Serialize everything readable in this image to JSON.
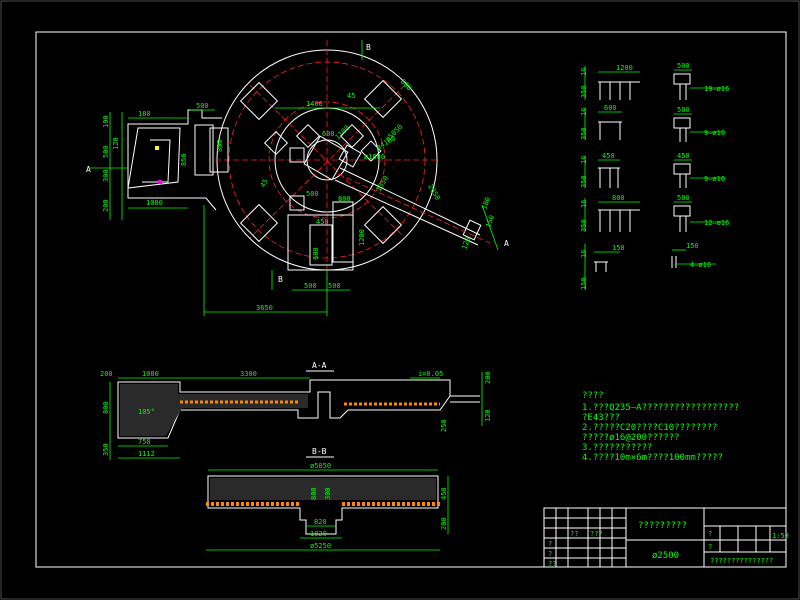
{
  "labels": {
    "section_a_left": "A",
    "section_a_right": "A",
    "section_b_top": "B",
    "section_b_bottom": "B",
    "title_aa": "A-A",
    "title_bb": "B-B"
  },
  "plan_dims": {
    "d180": "180",
    "d500_top": "500",
    "d1400": "1400",
    "d190": "190",
    "d500_l": "500",
    "d300": "300",
    "d200": "200",
    "d1080": "1080",
    "d850": "850",
    "d800_l": "800",
    "d120": "120",
    "d45": "45",
    "d800a": "800",
    "d600": "600",
    "d1100": "1100",
    "dphi4100": "ø4100",
    "dphi5050": "ø5050",
    "dphi1800": "ø1800",
    "d45b": "45",
    "d500_r": "500",
    "d800_b": "800",
    "d450": "450",
    "d1200": "1200",
    "d600_b": "600",
    "d500_b1": "500",
    "d500_b2": "500",
    "d3650": "3650",
    "d1350": "1350",
    "d2350": "2350",
    "d180r": "180",
    "d150r": "150",
    "d120r": "120"
  },
  "aa_dims": {
    "d200": "200",
    "d1080": "1080",
    "d3300": "3300",
    "d105": "105°",
    "slope": "i=0.05",
    "d800": "800",
    "d350": "350",
    "d750": "750",
    "d1112": "1112",
    "d200r": "200",
    "d120r": "120",
    "d250": "250"
  },
  "bb_dims": {
    "phi5050": "ø5050",
    "d450": "450",
    "d800": "800",
    "d300": "300",
    "d820": "820",
    "d1020": "1020",
    "phi5250": "ø5250",
    "d200": "200"
  },
  "rebar": [
    {
      "dims": [
        "1200",
        "16",
        "350"
      ],
      "side": "500",
      "spec": "19—ø16"
    },
    {
      "dims": [
        "600",
        "16",
        "350"
      ],
      "side": "500",
      "spec": "9—ø16"
    },
    {
      "dims": [
        "450",
        "16",
        "350"
      ],
      "side": "450",
      "spec": "9—ø16"
    },
    {
      "dims": [
        "800",
        "16",
        "350"
      ],
      "side": "500",
      "spec": "12—ø16"
    },
    {
      "dims": [
        "150",
        "16",
        "150"
      ],
      "side": "150",
      "spec": "4—ø16"
    }
  ],
  "notes": {
    "heading": "????",
    "line1": "1.???Q235—A??????????????????",
    "line2": "   ?E43???",
    "line3": "2.?????C20????C10????????",
    "line4": "   ?????ø16@200??????",
    "line5": "3.???????????",
    "line6": "4.????10m×6m????100mm?????"
  },
  "titleblock": {
    "project": "?????????",
    "drawing_no": "ø2500",
    "scale": "1:50",
    "company": "???????????????",
    "small1": "?",
    "small2": "?",
    "small3": "??",
    "small4": "??",
    "small5": "???",
    "small6": "?",
    "small7": "?"
  }
}
